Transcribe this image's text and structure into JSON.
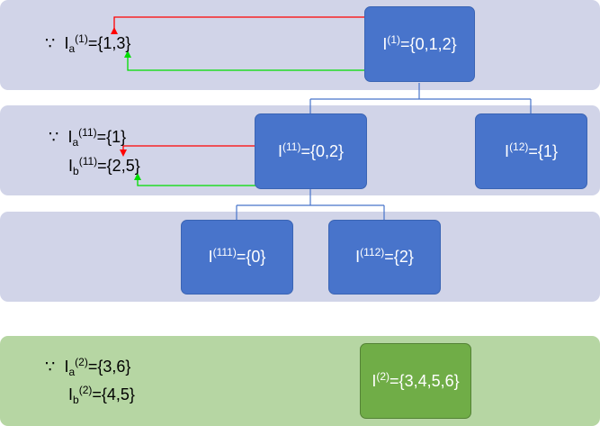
{
  "bands": [
    "level-1",
    "level-2",
    "level-3",
    "group-2"
  ],
  "nodes": {
    "n1": {
      "base": "I",
      "sup": "(1)",
      "rest": "={0,1,2}"
    },
    "n11": {
      "base": "I",
      "sup": "(11)",
      "rest": "={0,2}"
    },
    "n12": {
      "base": "I",
      "sup": "(12)",
      "rest": "={1}"
    },
    "n111": {
      "base": "I",
      "sup": "(111)",
      "rest": "={0}"
    },
    "n112": {
      "base": "I",
      "sup": "(112)",
      "rest": "={2}"
    },
    "n2": {
      "base": "I",
      "sup": "(2)",
      "rest": "={3,4,5,6}"
    }
  },
  "labels": {
    "because": "∵",
    "g1_a": {
      "base": "I",
      "sub": "a",
      "sup": "(1)",
      "rest": "={1,3}"
    },
    "g11_a": {
      "base": "I",
      "sub": "a",
      "sup": "(11)",
      "rest": "={1}"
    },
    "g11_b": {
      "base": "I",
      "sub": "b",
      "sup": "(11)",
      "rest": "={2,5}"
    },
    "g2_a": {
      "base": "I",
      "sub": "a",
      "sup": "(2)",
      "rest": "={3,6}"
    },
    "g2_b": {
      "base": "I",
      "sub": "b",
      "sup": "(2)",
      "rest": "={4,5}"
    }
  },
  "colors": {
    "band_lavender": "#d1d4e8",
    "band_green": "#b6d6a3",
    "node_blue": "#4874cb",
    "node_green": "#70ad47",
    "tree_line": "#4874cb",
    "arrow_red": "#ff0000",
    "arrow_green": "#00dd00"
  }
}
